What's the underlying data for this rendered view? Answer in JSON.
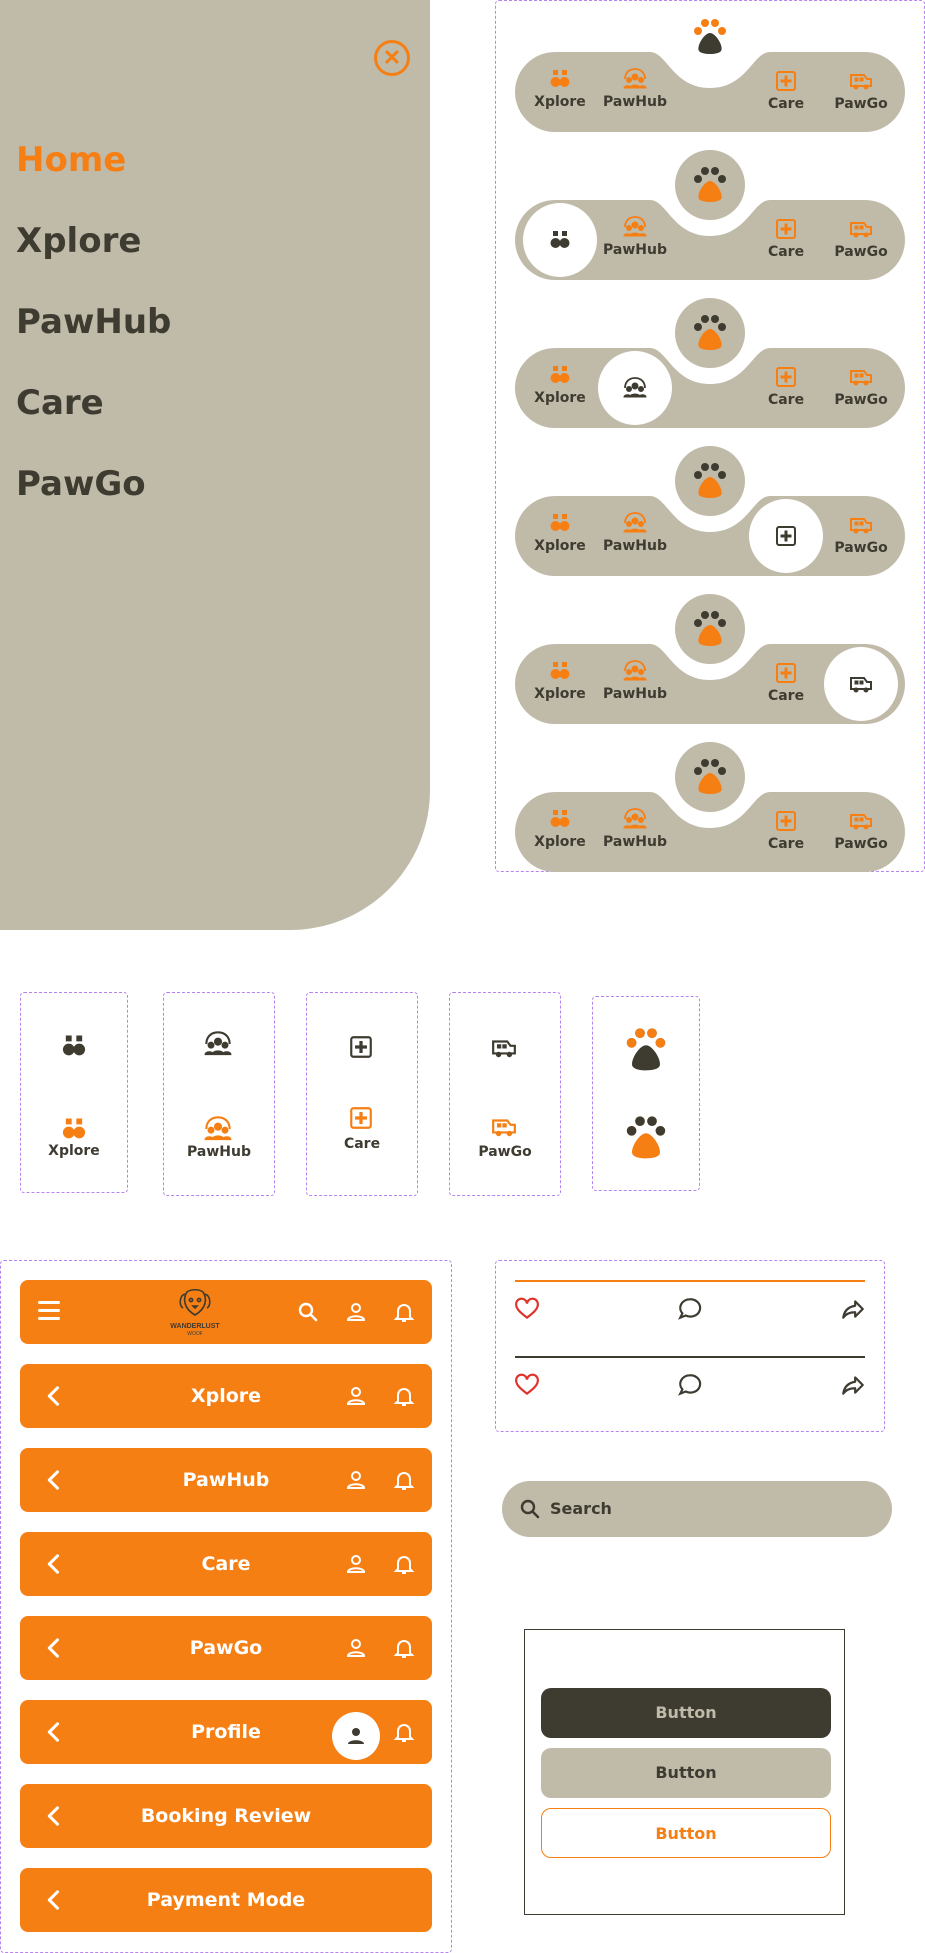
{
  "colors": {
    "orange": "#f67f14",
    "taupe": "#c0baa9",
    "dark": "#3e3b31",
    "white": "#ffffff",
    "guide": "#b684f0"
  },
  "menu": {
    "close_icon": "close-circle-icon",
    "items": [
      {
        "label": "Home",
        "active": true
      },
      {
        "label": "Xplore",
        "active": false
      },
      {
        "label": "PawHub",
        "active": false
      },
      {
        "label": "Care",
        "active": false
      },
      {
        "label": "PawGo",
        "active": false
      }
    ]
  },
  "tabbar": {
    "labels": {
      "xplore": "Xplore",
      "pawhub": "PawHub",
      "care": "Care",
      "pawgo": "PawGo"
    },
    "variants": [
      {
        "active": "none",
        "paw": "dark"
      },
      {
        "active": "xplore",
        "paw": "orange"
      },
      {
        "active": "pawhub",
        "paw": "orange"
      },
      {
        "active": "care",
        "paw": "orange"
      },
      {
        "active": "pawgo",
        "paw": "orange"
      },
      {
        "active": "none",
        "paw": "orange"
      }
    ]
  },
  "icon_cards": {
    "xplore": "Xplore",
    "pawhub": "PawHub",
    "care": "Care",
    "pawgo": "PawGo"
  },
  "headers": {
    "logo_name": "WANDERLUST",
    "logo_sub": "WOOF",
    "titles": [
      "Xplore",
      "PawHub",
      "Care",
      "PawGo",
      "Profile",
      "Booking Review",
      "Payment Mode"
    ]
  },
  "actions": {
    "icons": [
      "heart-icon",
      "comment-icon",
      "share-icon"
    ]
  },
  "search": {
    "placeholder": "Search"
  },
  "buttons": {
    "dark": "Button",
    "taupe": "Button",
    "outline": "Button"
  }
}
